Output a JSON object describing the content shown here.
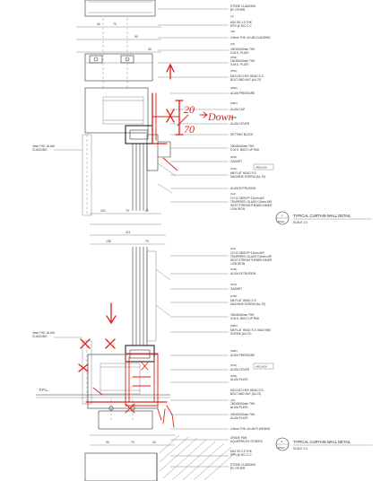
{
  "upper_notes": [
    "STONE CLADDING",
    "BY OTHER",
    "M10 SS 2.5 THK",
    "EPN @ 30C C.C",
    "4.5mm THK. ALUM CLADDING",
    "150X50X5mm THK.",
    "G.M.S. PLATE",
    "150X50X5mm THK.",
    "G.M.S. PLATE",
    "M12X110 HEX HEAD S.S.",
    "BOLT AND NUT (A4-70)",
    "ALUM PRESSURE",
    "ALUM CAP",
    "ALUM COVER",
    "SETTING BLOCK",
    "200x50x5mm THK.",
    "G.M.S. BUILT-UP PAD",
    "GASKET",
    "M8 FLAT HEAD S.S.",
    "MACHINE SCREW (A4-70)",
    "ALUM EXTRUSION",
    "12+12.28/SGP+12mm AIR",
    "TEMPERED GLASS+12mm AIR",
    "HEAT STRENGTHENED INNER",
    "LOW IRON"
  ],
  "upper_tags": [
    "(2)",
    "(36)",
    "(31)",
    "(P52)",
    "(P51)",
    "(M52)",
    "(M51)",
    "(P35)",
    "(P18)",
    "(P44)",
    "(G2)"
  ],
  "lower_notes": [
    "12+12.28/SGP+12mm AIR",
    "TEMPERED GLASS+12mm AIR",
    "HEAT STRENGTHENED INNER",
    "LOW IRON",
    "ALUM EXTRUSION",
    "GASKET",
    "M8 FLAT HEAD S.S.",
    "MACHINE SCREW (A4-70)",
    "150x50x5mm THK.",
    "G.M.S. BUILT-UP PAD",
    "M8 FLAT HEAD S.S. MACHINE",
    "SCREW (A4-70)",
    "ALUM PRESSURE",
    "ALUM COVER",
    "ALUM PLATE",
    "M12X110 HEX HEAD S.S.",
    "BOLT AND NUT (A4-70)",
    "150X50X5mm THK.",
    "ALUM PLATE",
    "150X50X5mm THK.",
    "ALUM PLATE",
    "4.5mm THK. ALUM FLASHING",
    "GRAVE PAN",
    "EQUIPPED BY OTHERS",
    "M10 SS 2.5 THK",
    "EPN @ 30C C.C",
    "STONE CLADDING",
    "BY OTHER"
  ],
  "lower_tags": [
    "(G2)",
    "(P44)",
    "(P18)",
    "(P35)",
    "(M51)",
    "(M52)",
    "(P51)",
    "(P52)",
    "(31)"
  ],
  "left_notes": {
    "upper": [
      "3mm THK. ALUM",
      "CLADDING"
    ],
    "lower": [
      "3mm THK. ALUM",
      "CLADDING"
    ],
    "ffl": "F.F.L."
  },
  "dims": {
    "top_a": "40",
    "top_b": "70",
    "top_c": "90",
    "top_d": "40",
    "mid_a": "115",
    "mid_b": "70",
    "mid_c": "21",
    "mid2_a": "211",
    "mid2_b": "135",
    "mid2_c": "70",
    "low_a": "90",
    "low_b": "70",
    "low_c": "40"
  },
  "side_tags": {
    "upper": "ARCH/JA",
    "lower": "ARCH/JA"
  },
  "details": [
    {
      "number": "1",
      "sheet": "DS01",
      "title": "TYPICAL CURTAIN WALL DETAIL",
      "scale": "SCALE 1:4"
    },
    {
      "number": "2",
      "sheet": "DS01",
      "title": "TYPICAL CURTAIN WALL DETAIL",
      "scale": "SCALE 1:4"
    }
  ],
  "markup": {
    "dim_1": "20",
    "dim_2": "70",
    "note": "Down"
  },
  "colors": {
    "ink": "#333333",
    "markup": "#e0201c",
    "paper": "#ffffff"
  }
}
